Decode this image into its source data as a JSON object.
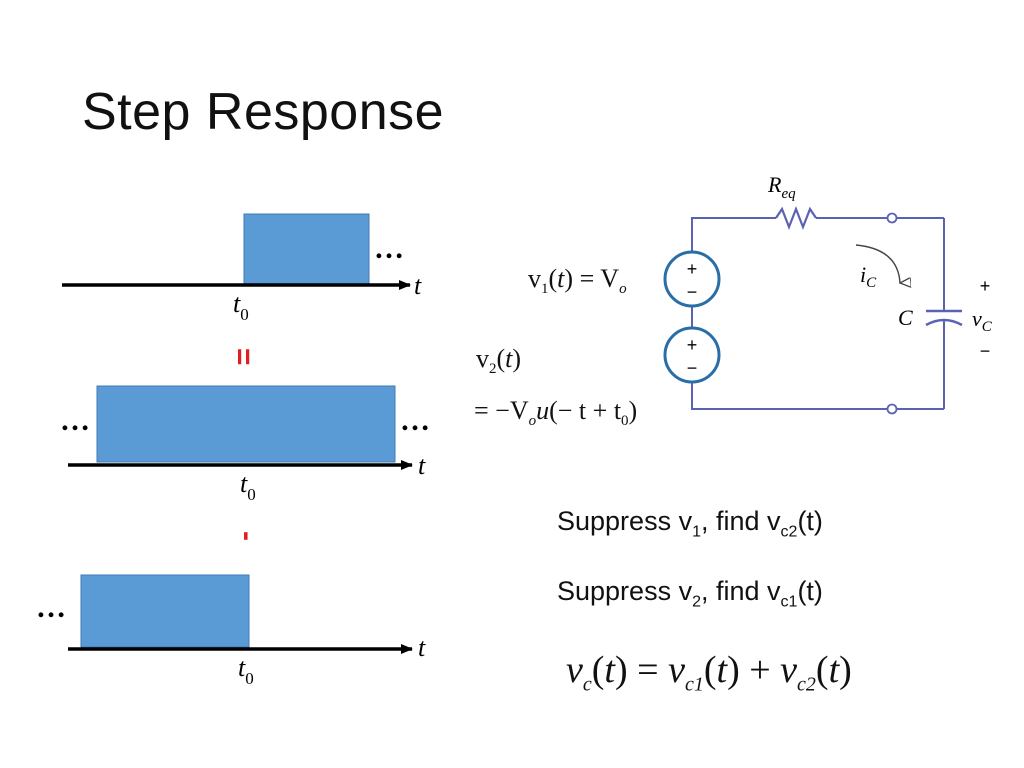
{
  "slide": {
    "title": "Step Response"
  },
  "waveforms": {
    "ellipsis": "…",
    "t_label": "t",
    "t0_base": "t",
    "t0_sub": "0",
    "equals_sign": "=",
    "minus_sign": "-",
    "fill_color": "#5b9bd5",
    "operator_color": "#e02020"
  },
  "circuit": {
    "resistor_label": "R",
    "resistor_sub": "eq",
    "current_label": "i",
    "current_sub": "C",
    "cap_label": "C",
    "vc_label": "v",
    "vc_sub": "C",
    "plus": "+",
    "minus": "−",
    "wire_color": "#5a62b4",
    "source_color": "#2a6ea8"
  },
  "equations": {
    "v1_lhs": "v",
    "v1_sub": "1",
    "v1_arg": "t",
    "v1_eq": "= V",
    "v1_rhs_sub": "o",
    "v2_lhs": "v",
    "v2_sub": "2",
    "v2_arg": "t",
    "v2_line2_a": "= −V",
    "v2_line2_sub": "o",
    "v2_line2_u": "u",
    "v2_line2_b": "(− t + t",
    "v2_line2_sub0": "0",
    "v2_line2_c": ")"
  },
  "captions": {
    "line1_a": "Suppress v",
    "line1_sub1": "1",
    "line1_b": ", find v",
    "line1_sub2": "c2",
    "line1_c": "(t)",
    "line2_a": "Suppress v",
    "line2_sub1": "2",
    "line2_b": ", find v",
    "line2_sub2": "c1",
    "line2_c": "(t)"
  },
  "final_eq": {
    "lhs": "v",
    "lhs_sub": "c",
    "arg": "t",
    "eq": " = ",
    "t1": "v",
    "t1_sub": "c1",
    "plus": " + ",
    "t2": "v",
    "t2_sub": "c2"
  }
}
